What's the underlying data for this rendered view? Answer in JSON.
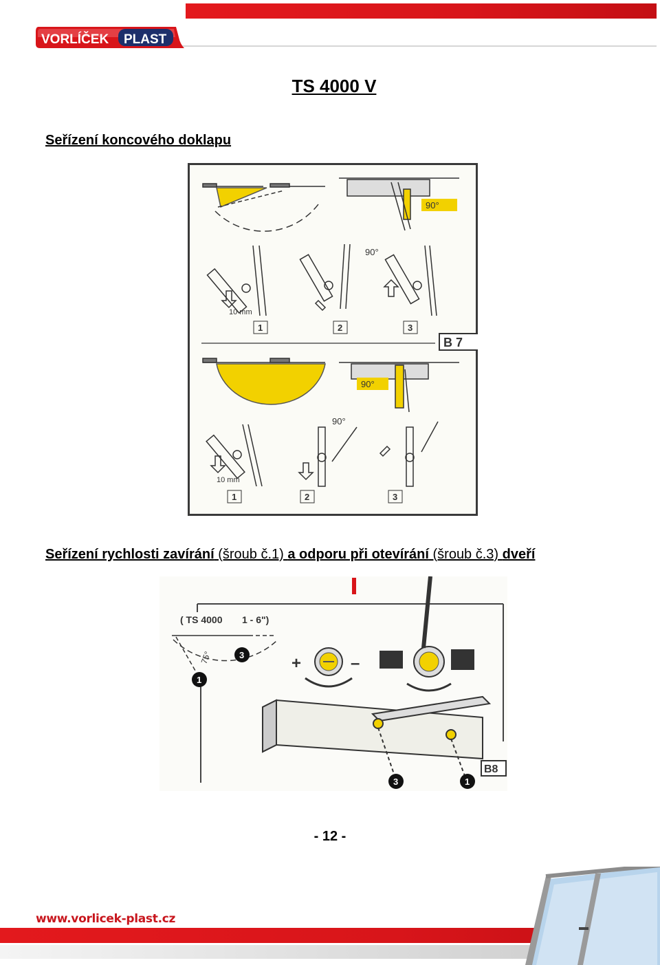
{
  "header": {
    "logo_word1": "VORLÍČEK",
    "logo_word2": "PLAST",
    "colors": {
      "brand_red": "#d8151a",
      "brand_navy": "#1d2f6b"
    }
  },
  "title": "TS 4000 V",
  "section1_heading": "Seřízení koncového doklapu",
  "figure1": {
    "label_90_a": "90°",
    "label_90_b": "90°",
    "label_90_c": "90°",
    "label_90_d": "90°",
    "label_10mm_a": "10 mm",
    "label_10mm_b": "10 mm",
    "step_1a": "1",
    "step_2a": "2",
    "step_3a": "3",
    "step_1b": "1",
    "step_2b": "2",
    "step_3b": "3",
    "badge": "B 7"
  },
  "section2": {
    "part1": "Seřízení rychlosti zavírání",
    "part2": " (šroub č.1) ",
    "part3": " a odporu při otevírání",
    "part4": " (šroub č.3) ",
    "part5": "dveří"
  },
  "figure2": {
    "model_label": "( TS 4000",
    "size_label": "1 - 6\")",
    "angle_label": "75°",
    "screw_1": "1",
    "screw_3": "3",
    "plus": "+",
    "minus": "–",
    "badge": "B8"
  },
  "page_number": "- 12 -",
  "footer": {
    "url": "www.vorlicek-plast.cz"
  }
}
